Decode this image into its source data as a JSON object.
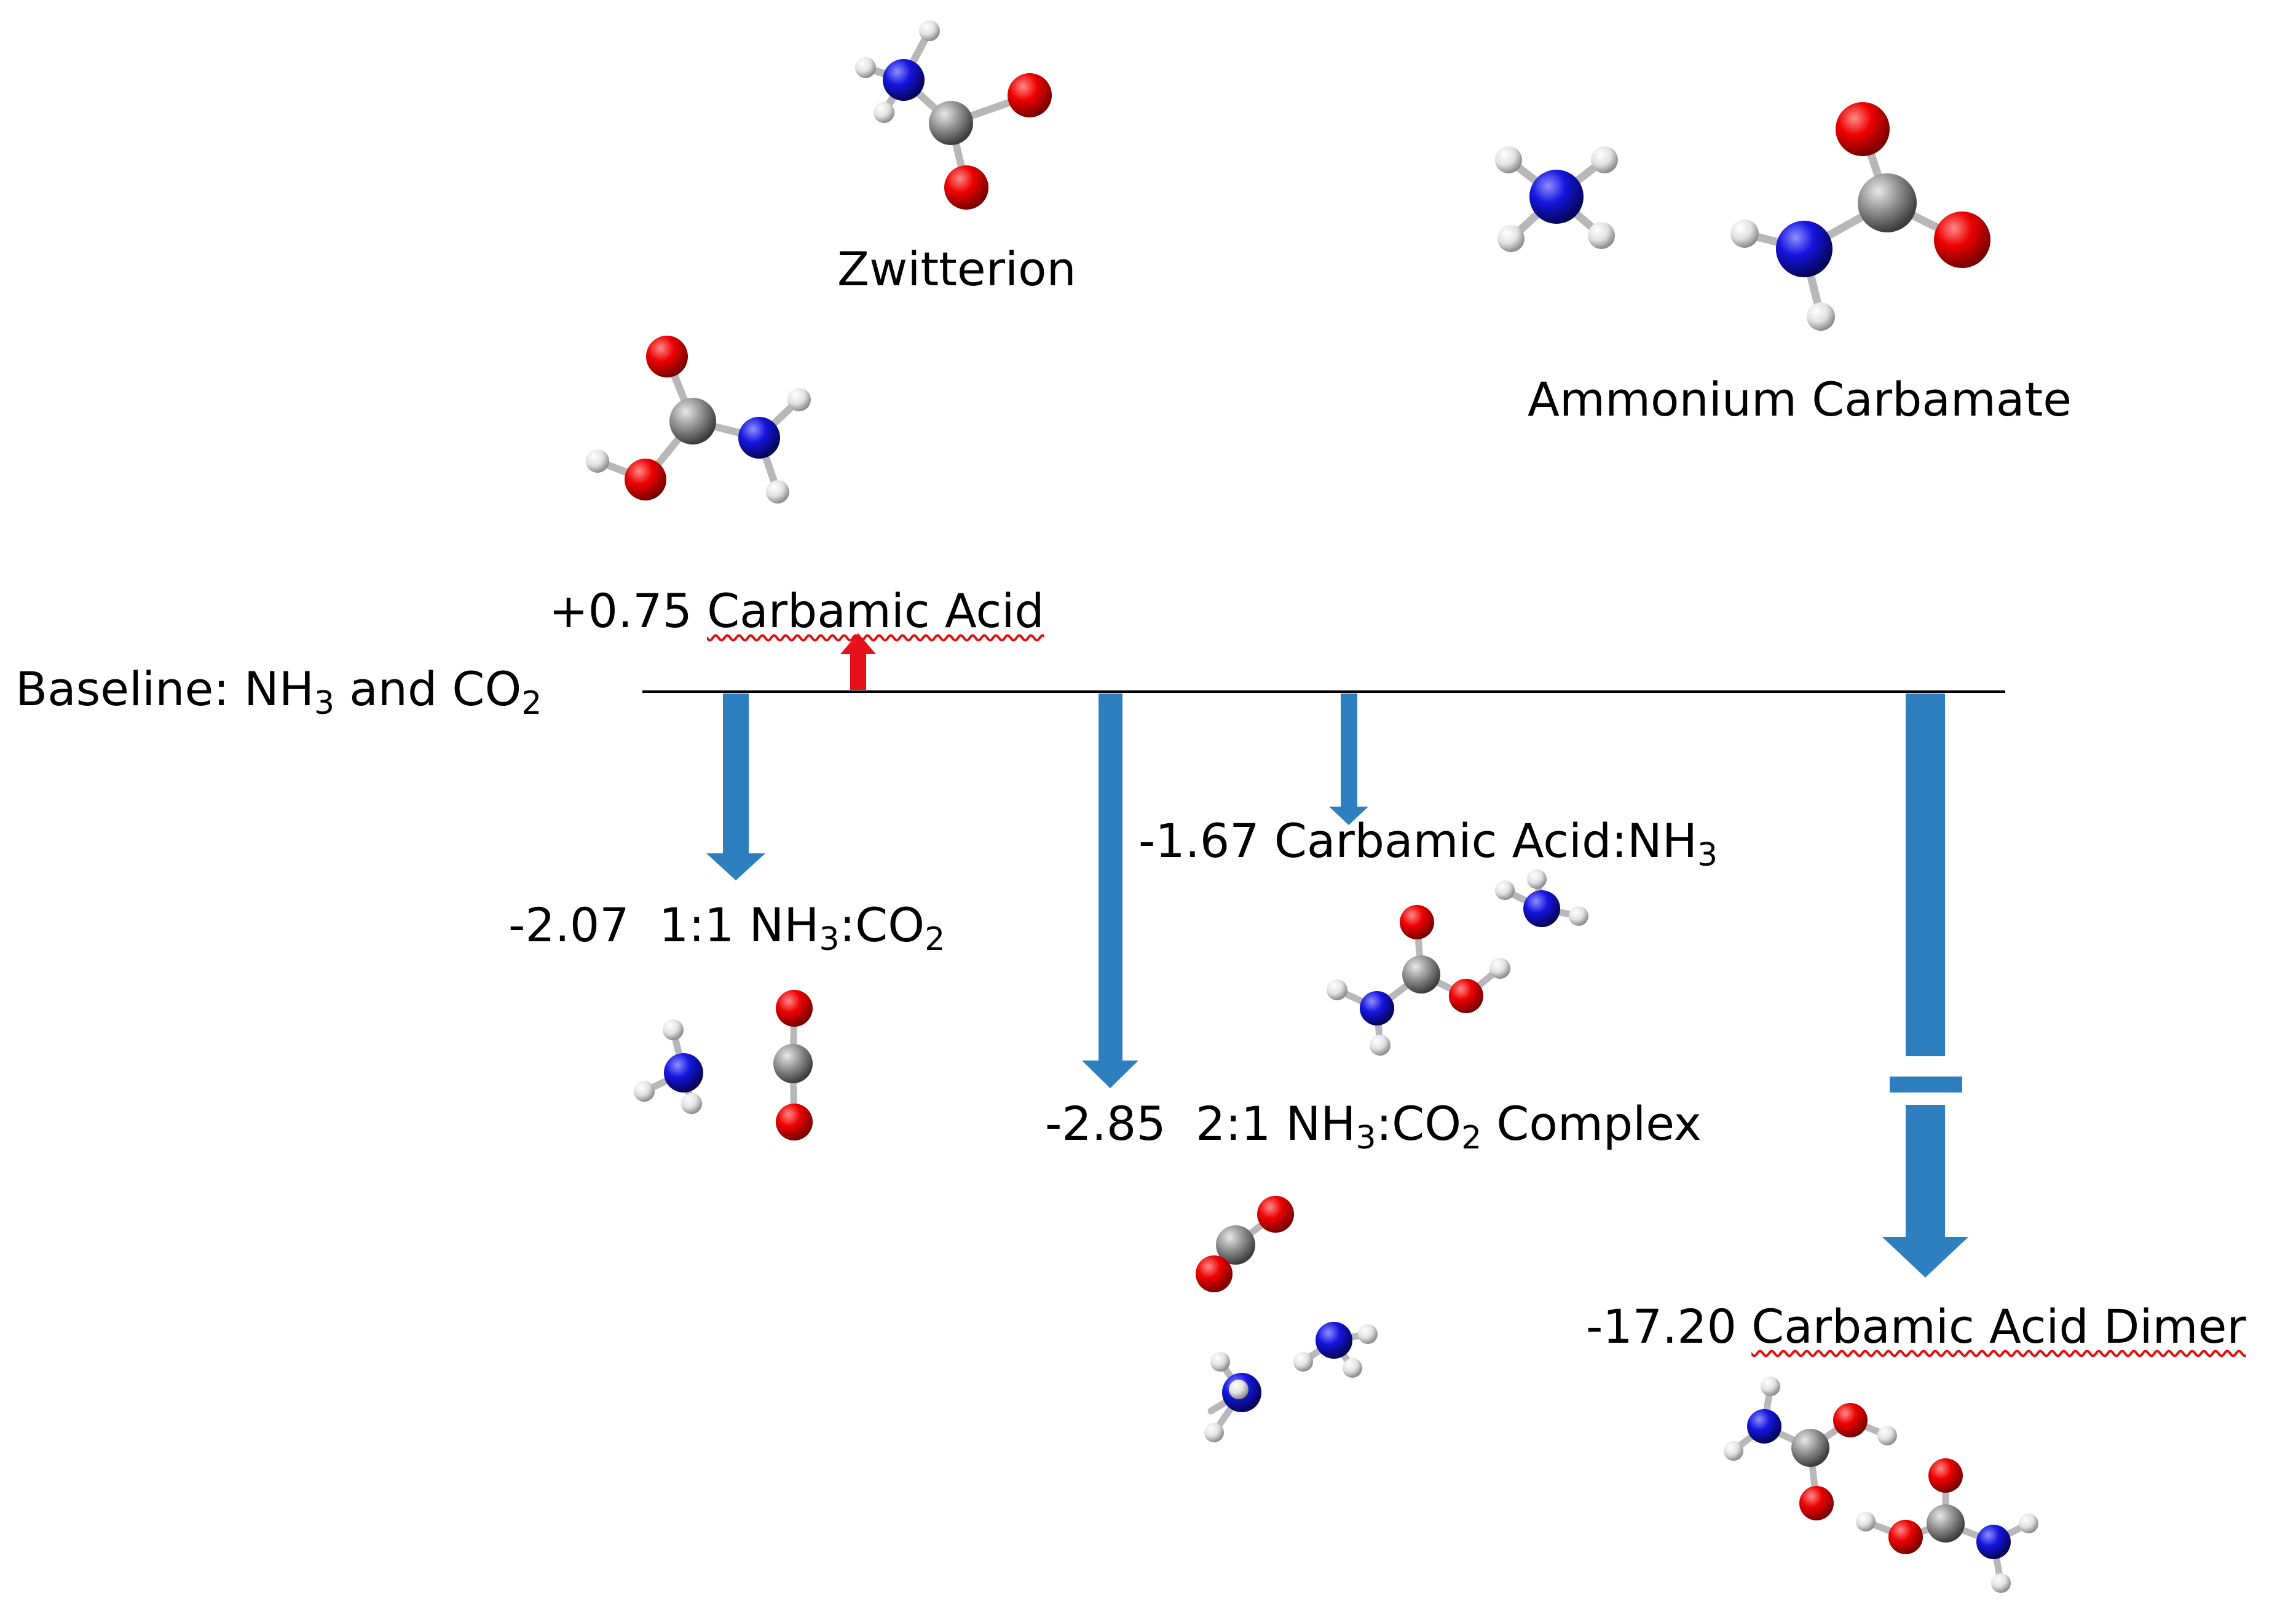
{
  "labels": {
    "zwitterion": "Zwitterion",
    "ammonium_carbamate": "Ammonium Carbamate",
    "carbamic_acid": {
      "value": "+0.75",
      "name": "Carbamic Acid"
    },
    "baseline": {
      "prefix": "Baseline: NH",
      "sub1": "3",
      "mid": " and CO",
      "sub2": "2"
    },
    "nh3_co2_1to1": {
      "value": "-2.07",
      "pre": "1:1 NH",
      "sub1": "3",
      "mid": ":CO",
      "sub2": "2"
    },
    "carbamic_acid_nh3": {
      "value": "-1.67",
      "pre": "Carbamic Acid:NH",
      "sub1": "3"
    },
    "nh3_co2_2to1": {
      "value": "-2.85",
      "pre": "2:1 NH",
      "sub1": "3",
      "mid": ":CO",
      "sub2": "2",
      "post": " Complex"
    },
    "dimer": {
      "value": "-17.20",
      "name": "Carbamic Acid Dimer"
    }
  },
  "energies_kcal_per_mol": [
    {
      "species": "Carbamic Acid",
      "value": 0.75
    },
    {
      "species": "1:1 NH3:CO2",
      "value": -2.07
    },
    {
      "species": "Carbamic Acid:NH3",
      "value": -1.67
    },
    {
      "species": "2:1 NH3:CO2 Complex",
      "value": -2.85
    },
    {
      "species": "Carbamic Acid Dimer",
      "value": -17.2
    }
  ],
  "colors": {
    "down_arrow": "#2e7fc0",
    "up_arrow": "#e8101a",
    "baseline": "#000000",
    "oxygen": "#e00000",
    "nitrogen": "#1010d0",
    "carbon": "#8a8a8a",
    "hydrogen": "#e6e6e6"
  }
}
